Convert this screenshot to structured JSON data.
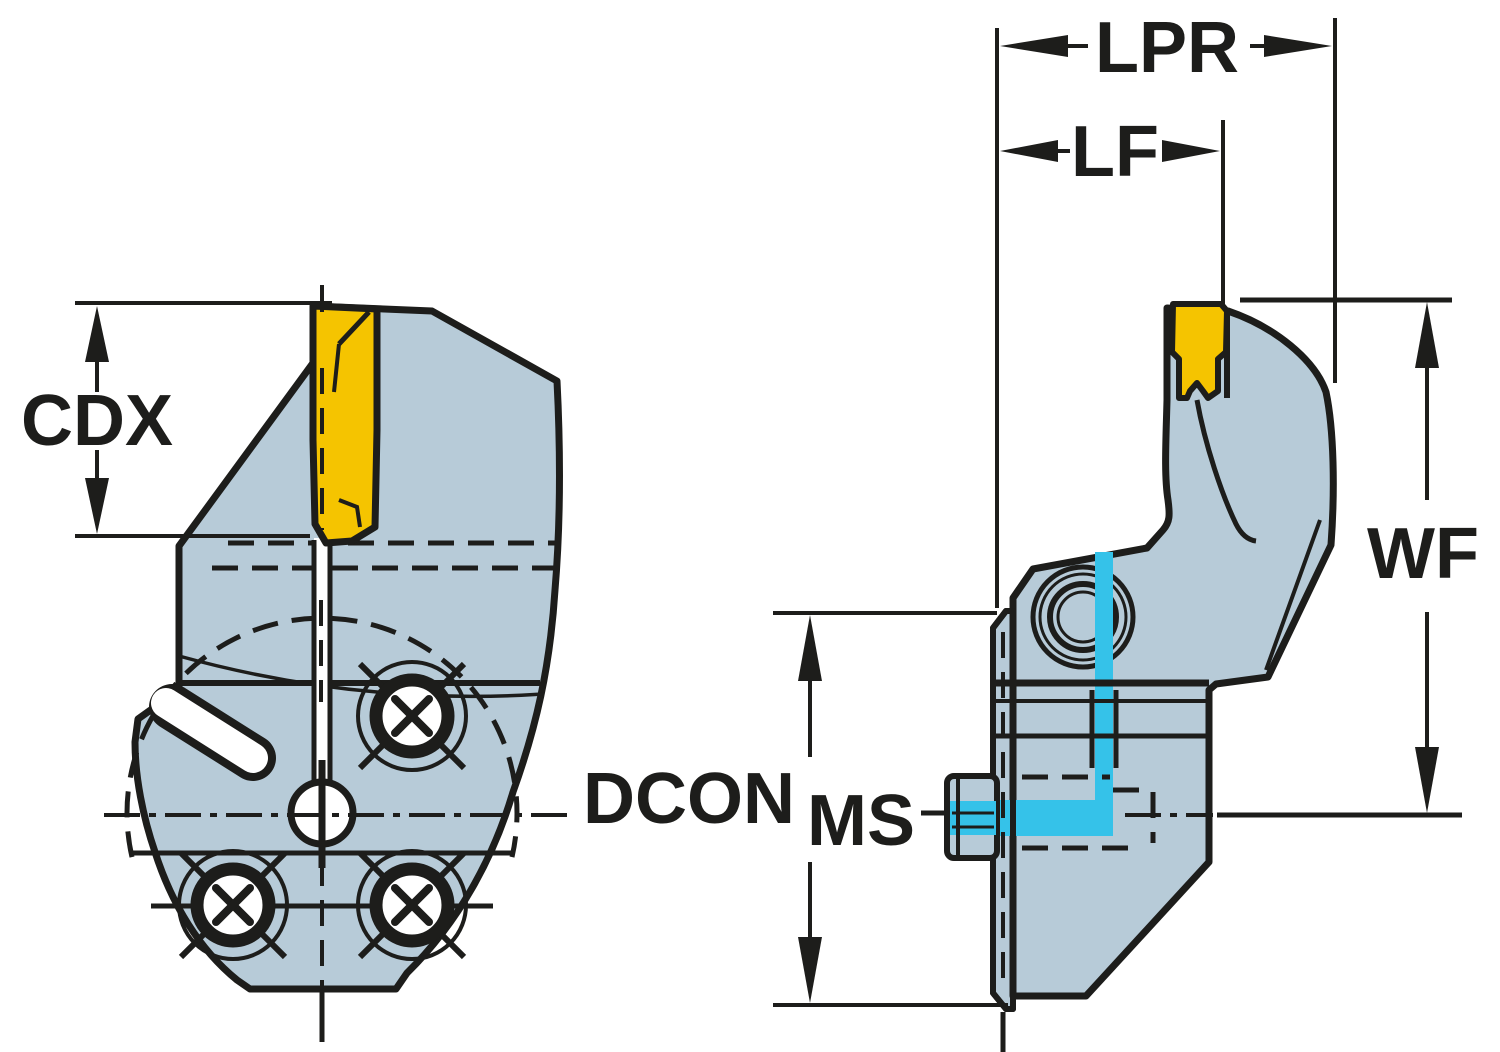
{
  "figure": {
    "type": "technical-drawing",
    "dimension_labels": {
      "cdx": "CDX",
      "lpr": "LPR",
      "lf": "LF",
      "wf": "WF",
      "dcon": "DCON",
      "ms": "MS"
    },
    "colors": {
      "background": "#ffffff",
      "body": "#b7cbd8",
      "insert": "#f5c400",
      "coolant": "#35c2e9",
      "line": "#1d1d1b"
    }
  }
}
